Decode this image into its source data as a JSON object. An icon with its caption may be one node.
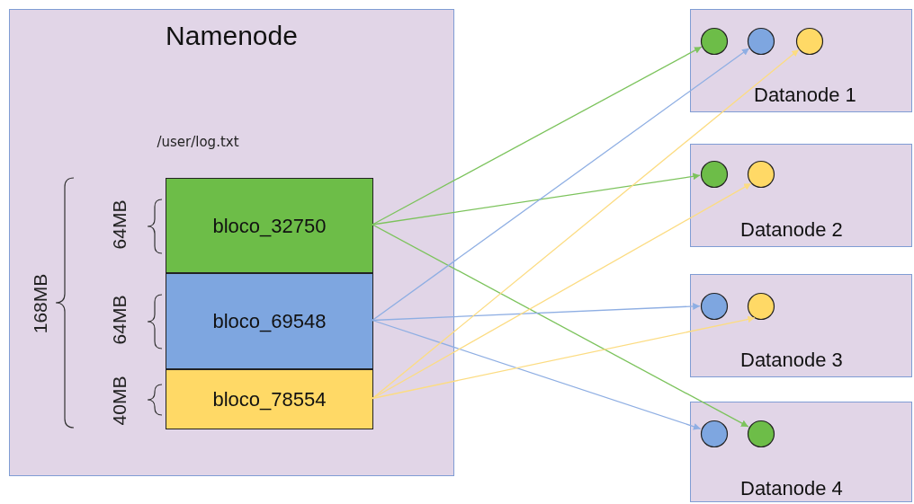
{
  "diagram": {
    "nodes": [
      {
        "text": [
          "Namenode"
        ]
      },
      {
        "text": [
          "bloco_32750"
        ],
        "in": 0
      },
      {
        "text": [
          "bloco_69548"
        ],
        "in": 0
      },
      {
        "text": [
          "bloco_78554"
        ],
        "in": 0
      },
      {
        "text": [
          "Datanode 1"
        ]
      },
      {
        "text": [],
        "shape": "circle",
        "in": 4
      },
      {
        "text": [],
        "shape": "circle",
        "in": 4
      },
      {
        "text": [],
        "shape": "circle",
        "in": 4
      },
      {
        "text": [
          "Datanode 2"
        ]
      },
      {
        "text": [],
        "shape": "circle",
        "in": 8
      },
      {
        "text": [],
        "shape": "circle",
        "in": 8
      },
      {
        "text": [
          "Datanode 3"
        ]
      },
      {
        "text": [],
        "shape": "circle",
        "in": 11
      },
      {
        "text": [],
        "shape": "circle",
        "in": 11
      },
      {
        "text": [
          "Datanode 4"
        ]
      },
      {
        "text": [],
        "shape": "circle",
        "in": 14
      },
      {
        "text": [],
        "shape": "circle",
        "in": 14
      }
    ],
    "edges": [
      {
        "from": 1,
        "to": 5,
        "arrow": "to",
        "color": "#7cc35c"
      },
      {
        "from": 1,
        "to": 9,
        "arrow": "to",
        "color": "#7cc35c"
      },
      {
        "from": 1,
        "to": 16,
        "arrow": "to",
        "color": "#7cc35c"
      },
      {
        "from": 2,
        "to": 6,
        "arrow": "to",
        "color": "#8eaee3"
      },
      {
        "from": 2,
        "to": 12,
        "arrow": "to",
        "color": "#8eaee3"
      },
      {
        "from": 2,
        "to": 15,
        "arrow": "to",
        "color": "#8eaee3"
      },
      {
        "from": 3,
        "to": 7,
        "arrow": "to",
        "color": "#fcdc82"
      },
      {
        "from": 3,
        "to": 10,
        "arrow": "to",
        "color": "#fcdc82"
      },
      {
        "from": 3,
        "to": 13,
        "arrow": "to",
        "color": "#fcdc82"
      }
    ],
    "labels": [
      "/user/log.txt",
      "168MB",
      "64MB",
      "64MB",
      "40MB"
    ]
  }
}
